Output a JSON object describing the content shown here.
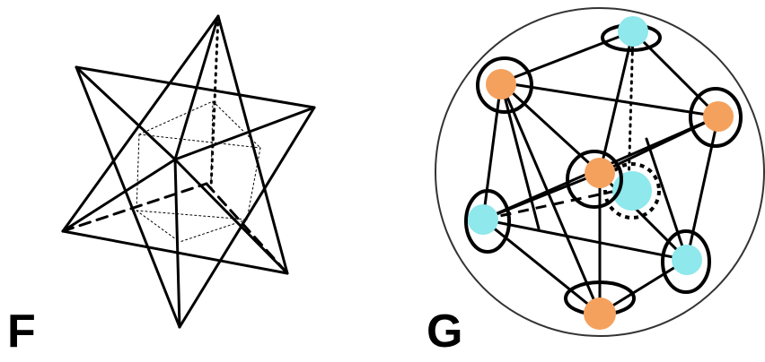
{
  "panels": [
    {
      "label": "F",
      "figure": "stellated-octahedron-diagram"
    },
    {
      "label": "G",
      "figure": "icosahedral-cluster-diagram"
    }
  ],
  "colors": {
    "line": "#000000",
    "outer_circle": "#333333",
    "orange_atom": "#f5a15e",
    "cyan_atom": "#8ee8ec",
    "background": "#ffffff"
  }
}
